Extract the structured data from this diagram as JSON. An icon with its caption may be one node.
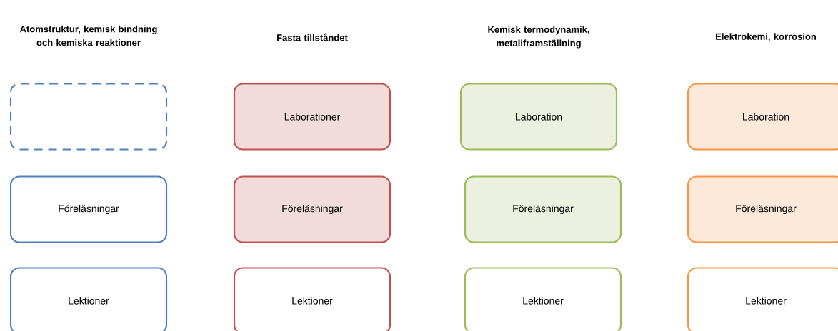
{
  "diagram": {
    "nodes": [
      {
        "text": [],
        "shape": "box"
      },
      {
        "text": [
          "Laborationer"
        ]
      },
      {
        "text": [
          "Laboration"
        ]
      },
      {
        "text": [
          "Laboration"
        ]
      },
      {
        "text": [
          "Föreläsningar"
        ]
      },
      {
        "text": [
          "Föreläsningar"
        ]
      },
      {
        "text": [
          "Föreläsningar"
        ]
      },
      {
        "text": [
          "Föreläsningar"
        ]
      },
      {
        "text": [
          "Lektioner"
        ]
      },
      {
        "text": [
          "Lektioner"
        ]
      },
      {
        "text": [
          "Lektioner"
        ]
      },
      {
        "text": [
          "Lektioner"
        ]
      }
    ],
    "labels": [
      "Atomstruktur, kemisk bindning och kemiska reaktioner",
      "Fasta tillståndet",
      "Kemisk termodynamik, metallframställning",
      "Elektrokemi, korrosion"
    ]
  }
}
